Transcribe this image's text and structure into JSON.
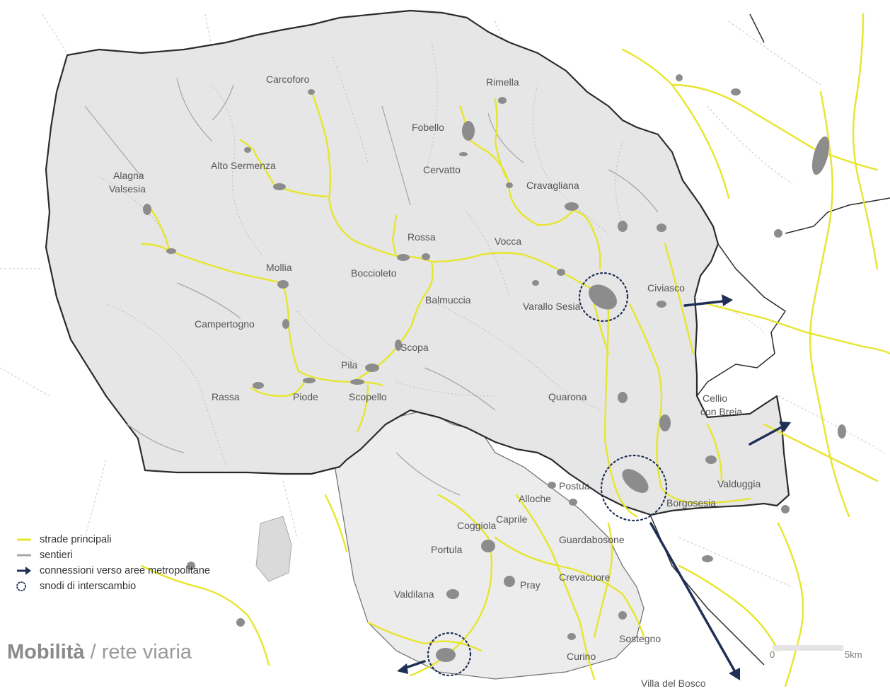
{
  "title": {
    "bold": "Mobilità",
    "separator": " / ",
    "rest": "rete viaria"
  },
  "legend": {
    "items": [
      {
        "label": "strade principali",
        "symbol": "line",
        "color": "#e6e62e"
      },
      {
        "label": "sentieri",
        "symbol": "line",
        "color": "#a8a8a8"
      },
      {
        "label": "connessioni verso aree metropolitane",
        "symbol": "arrow",
        "color": "#1f2f55"
      },
      {
        "label": "snodi di interscambio",
        "symbol": "dotted-circle",
        "color": "#1f2f55"
      }
    ]
  },
  "places": {
    "carcoforo": "Carcoforo",
    "rimella": "Rimella",
    "fobello": "Fobello",
    "alto_sermenza": "Alto Sermenza",
    "cervatto": "Cervatto",
    "alagna_1": "Alagna",
    "alagna_2": "Valsesia",
    "cravagliana": "Cravagliana",
    "rossa": "Rossa",
    "vocca": "Vocca",
    "mollia": "Mollia",
    "boccioleto": "Boccioleto",
    "balmuccia": "Balmuccia",
    "varallo_sesia": "Varallo Sesia",
    "civiasco": "Civiasco",
    "campertogno": "Campertogno",
    "scopa": "Scopa",
    "pila": "Pila",
    "rassa": "Rassa",
    "piode": "Piode",
    "scopello": "Scopello",
    "quarona": "Quarona",
    "cellio_1": "Cellio",
    "cellio_2": "con Breia",
    "postua": "Postua",
    "alloche": "Alloche",
    "valduggia": "Valduggia",
    "borgosesia": "Borgosesia",
    "coggiola": "Coggiola",
    "caprile": "Caprile",
    "guardabosone": "Guardabosone",
    "portula": "Portula",
    "pray": "Pray",
    "crevacuore": "Crevacuore",
    "valdilana": "Valdilana",
    "sostegno": "Sostegno",
    "curino": "Curino",
    "villa_del_bosco": "Villa del Bosco"
  },
  "scale": {
    "start": "0",
    "end": "5km"
  },
  "colors": {
    "region_fill": "#e6e6e6",
    "border_dark": "#2b2b2b",
    "road": "#e6e62e",
    "trail": "#a8a8a8",
    "accent": "#1f2f55",
    "settlement": "#8c8c8c"
  }
}
